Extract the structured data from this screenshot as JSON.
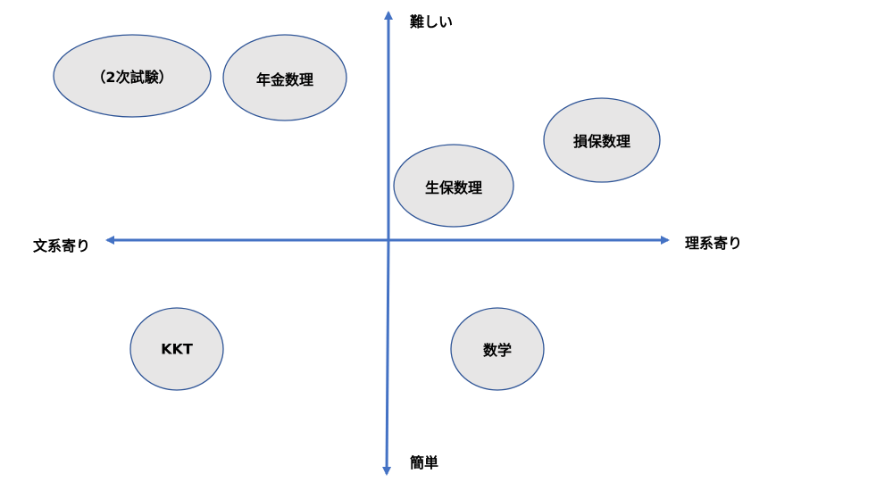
{
  "axes": {
    "top_label": "難しい",
    "bottom_label": "簡単",
    "left_label": "文系寄り",
    "right_label": "理系寄り",
    "axis_color": "#4472c4"
  },
  "items": [
    {
      "label": "（2次試験）"
    },
    {
      "label": "年金数理"
    },
    {
      "label": "損保数理"
    },
    {
      "label": "生保数理"
    },
    {
      "label": "KKT"
    },
    {
      "label": "数学"
    }
  ],
  "colors": {
    "ellipse_fill": "#e7e6e6",
    "ellipse_stroke": "#2f5597"
  }
}
